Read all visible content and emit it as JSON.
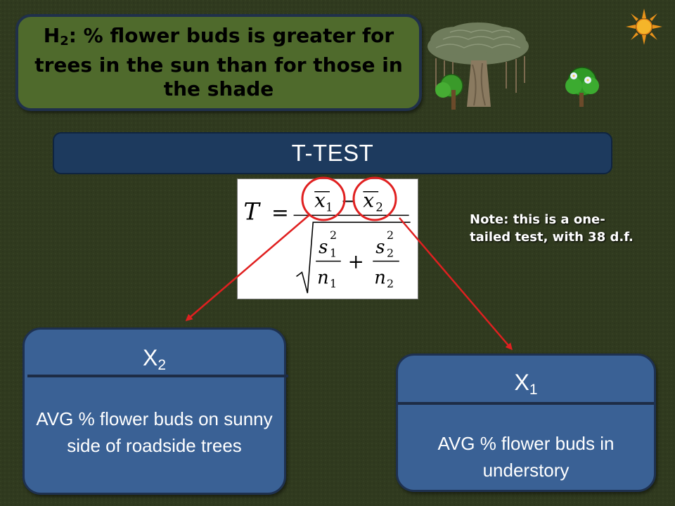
{
  "hypothesis": {
    "prefix": "H",
    "subscript": "2",
    "text": ":  % flower buds is greater for trees in the sun than for those in the shade"
  },
  "banner": {
    "title": "T-TEST"
  },
  "formula": {
    "lhs": "T",
    "equals": "=",
    "num_left": "x",
    "num_left_sub": "1",
    "minus": "−",
    "num_right": "x",
    "num_right_sub": "2",
    "s1": "s",
    "s1_sub": "1",
    "s1_sup": "2",
    "n1": "n",
    "n1_sub": "1",
    "plus": "+",
    "s2": "s",
    "s2_sub": "2",
    "s2_sup": "2",
    "n2": "n",
    "n2_sub": "2"
  },
  "note": {
    "text": "Note: this is a one-tailed test, with 38 d.f."
  },
  "cards": {
    "left": {
      "symbol": "X",
      "subscript": "2",
      "description": "AVG % flower buds on sunny side of roadside trees"
    },
    "right": {
      "symbol": "X",
      "subscript": "1",
      "description": "AVG % flower buds in understory"
    }
  },
  "colors": {
    "background": "#303a1f",
    "hypothesis_box": "#4f6a2c",
    "banner": "#1d3a5e",
    "card": "#3a6195",
    "arrow": "#e02020",
    "sun": "#f5a623"
  },
  "icons": [
    "sun-icon",
    "banyan-tree-icon",
    "small-tree-icon",
    "flowering-bush-icon"
  ]
}
